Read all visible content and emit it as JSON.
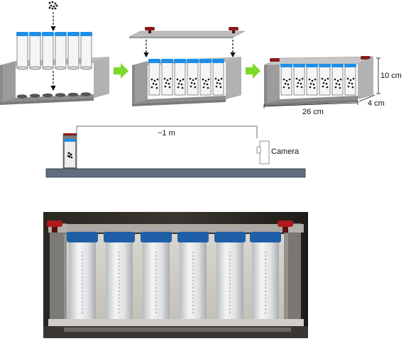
{
  "labels": {
    "height": "10 cm",
    "length": "26 cm",
    "depth": "4 cm",
    "distance": "~1 m",
    "camera": "Camera"
  },
  "tube_count": 6,
  "colors": {
    "cap_blue": "#1e8fe8",
    "cap_red": "#8b1a1a",
    "arrow_green": "#7dd82a",
    "rack_gray": "#999999",
    "base_slate": "#5e6e80"
  }
}
